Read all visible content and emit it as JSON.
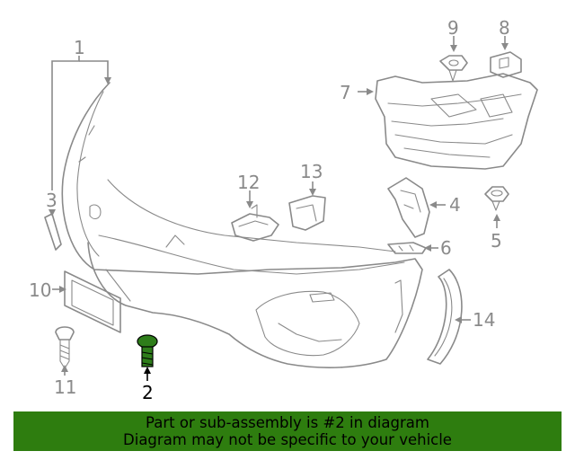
{
  "callouts": {
    "c1": "1",
    "c2": "2",
    "c3": "3",
    "c4": "4",
    "c5": "5",
    "c6": "6",
    "c7": "7",
    "c8": "8",
    "c9": "9",
    "c10": "10",
    "c11": "11",
    "c12": "12",
    "c13": "13",
    "c14": "14"
  },
  "highlighted_part": "2",
  "colors": {
    "banner": "#2e7d0f",
    "highlight": "#2e7d1a",
    "line": "#8a8a8a"
  },
  "banner": {
    "line1": "Part or sub-assembly is #2 in diagram",
    "line2": "Diagram may not be specific to your vehicle"
  }
}
